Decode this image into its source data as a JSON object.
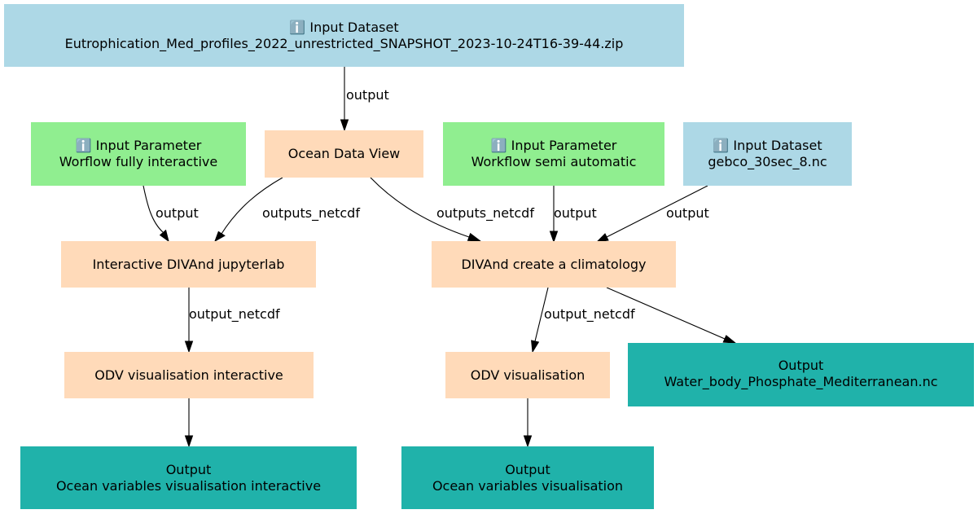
{
  "colors": {
    "input_dataset": "#add8e6",
    "input_parameter": "#90ee90",
    "tool": "#ffdab9",
    "output": "#20b2aa",
    "edge": "#000000",
    "text": "#000000"
  },
  "nodes": {
    "input_eutrophication": {
      "icon": "info-icon",
      "line1": "ℹ️ Input Dataset",
      "line2": "Eutrophication_Med_profiles_2022_unrestricted_SNAPSHOT_2023-10-24T16-39-44.zip"
    },
    "param_fully_interactive": {
      "icon": "info-icon",
      "line1": "ℹ️ Input Parameter",
      "line2": "Worflow fully interactive"
    },
    "ocean_data_view": {
      "line1": "Ocean Data View"
    },
    "param_semi_automatic": {
      "icon": "info-icon",
      "line1": "ℹ️ Input Parameter",
      "line2": "Workflow semi automatic"
    },
    "input_gebco": {
      "icon": "info-icon",
      "line1": "ℹ️ Input Dataset",
      "line2": "gebco_30sec_8.nc"
    },
    "interactive_divand": {
      "line1": "Interactive DIVAnd jupyterlab"
    },
    "divand_climatology": {
      "line1": "DIVAnd create a climatology"
    },
    "odv_interactive": {
      "line1": "ODV visualisation interactive"
    },
    "odv_visualisation": {
      "line1": "ODV visualisation"
    },
    "output_phosphate": {
      "line1": "Output",
      "line2": "Water_body_Phosphate_Mediterranean.nc"
    },
    "output_ocean_interactive": {
      "line1": "Output",
      "line2": "Ocean variables visualisation interactive"
    },
    "output_ocean_visualisation": {
      "line1": "Output",
      "line2": "Ocean variables visualisation"
    }
  },
  "edges": {
    "e1": "output",
    "e2": "output",
    "e3": "outputs_netcdf",
    "e4": "outputs_netcdf",
    "e5": "output",
    "e6": "output",
    "e7": "output_netcdf",
    "e8": "output_netcdf",
    "e9": "",
    "e10": "",
    "e11": ""
  }
}
